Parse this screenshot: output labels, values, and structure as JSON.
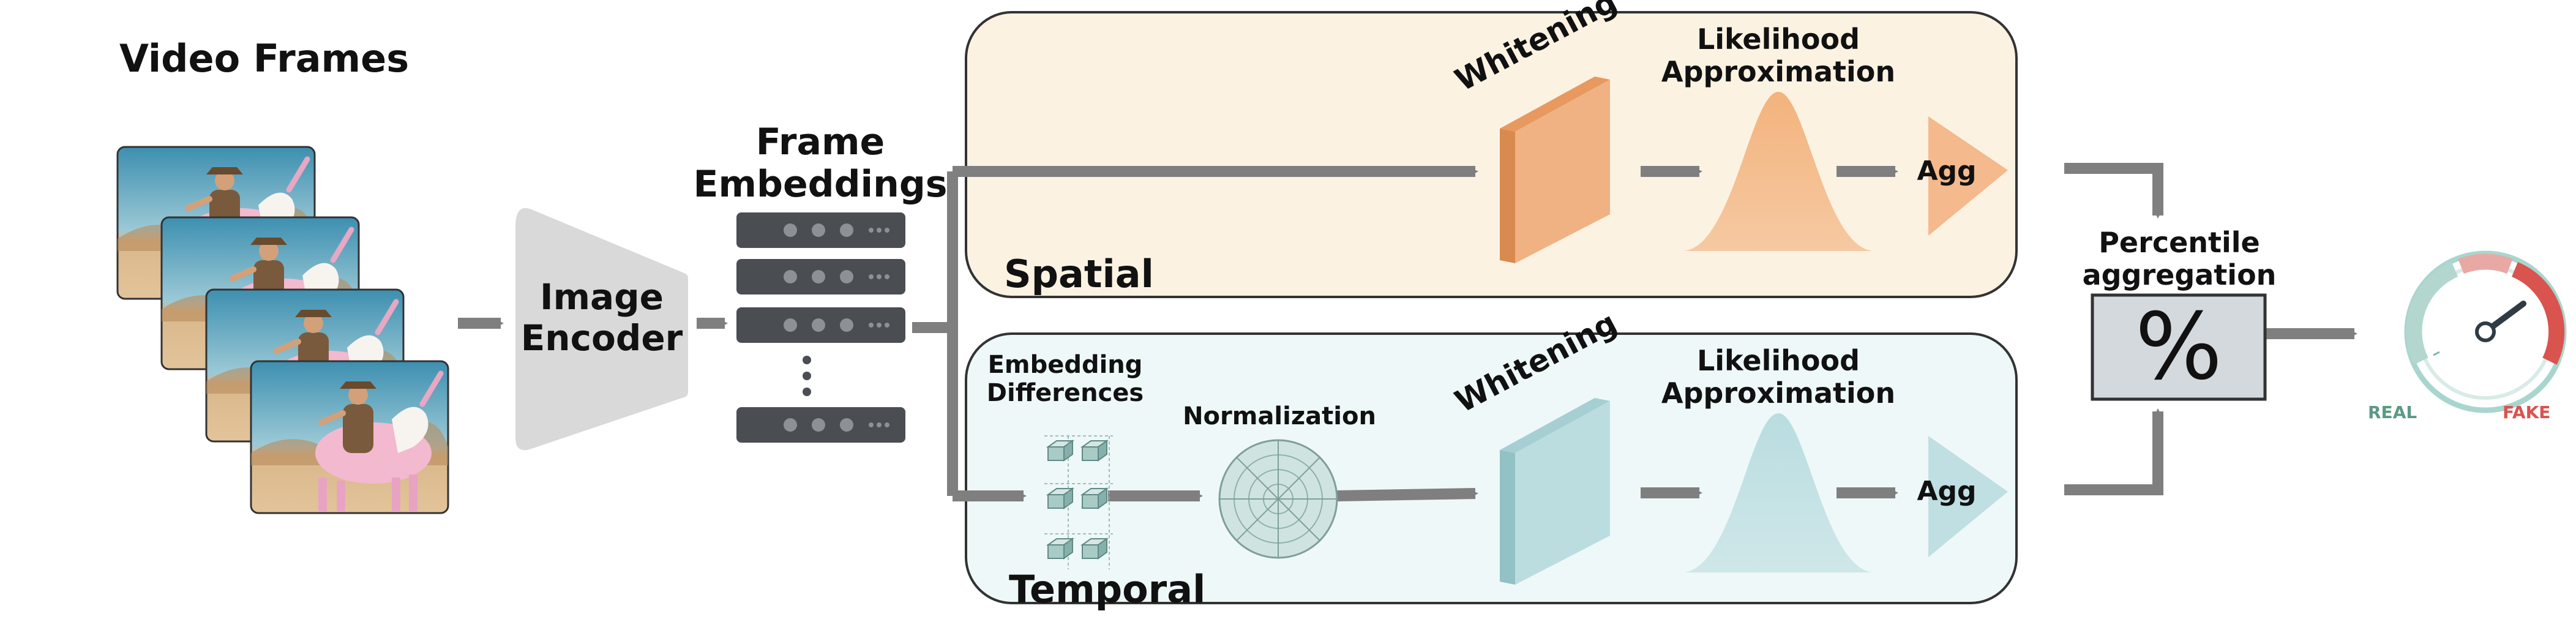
{
  "labels": {
    "video_frames": "Video Frames",
    "image_encoder_1": "Image",
    "image_encoder_2": "Encoder",
    "frame_embeddings_1": "Frame",
    "frame_embeddings_2": "Embeddings",
    "spatial": "Spatial",
    "temporal": "Temporal",
    "whitening": "Whitening",
    "likelihood_1": "Likelihood",
    "likelihood_2": "Approximation",
    "agg": "Agg",
    "embedding_diff_1": "Embedding",
    "embedding_diff_2": "Differences",
    "normalization": "Normalization",
    "percentile_1": "Percentile",
    "percentile_2": "aggregation",
    "percent_symbol": "%",
    "real": "REAL",
    "fake": "FAKE"
  },
  "colors": {
    "spatial_bg": "#fcf2e2",
    "spatial_block": "#f0b282",
    "spatial_block_dark": "#d98a4e",
    "temporal_bg": "#eef8f8",
    "temporal_block": "#bcdde0",
    "temporal_block_dark": "#92c1c6",
    "encoder": "#d9d9d9",
    "arrow": "#7f7f7f",
    "embed_bar": "#4a4d52",
    "percent_box": "#d4d9dd",
    "gauge_ring": "#a9d5cf",
    "gauge_real": "#5d9a83",
    "gauge_fake": "#d9534f"
  },
  "icons": [
    "speedometer-icon",
    "unicorn-frame-image",
    "cube-cluster-icon",
    "polar-grid-icon"
  ]
}
